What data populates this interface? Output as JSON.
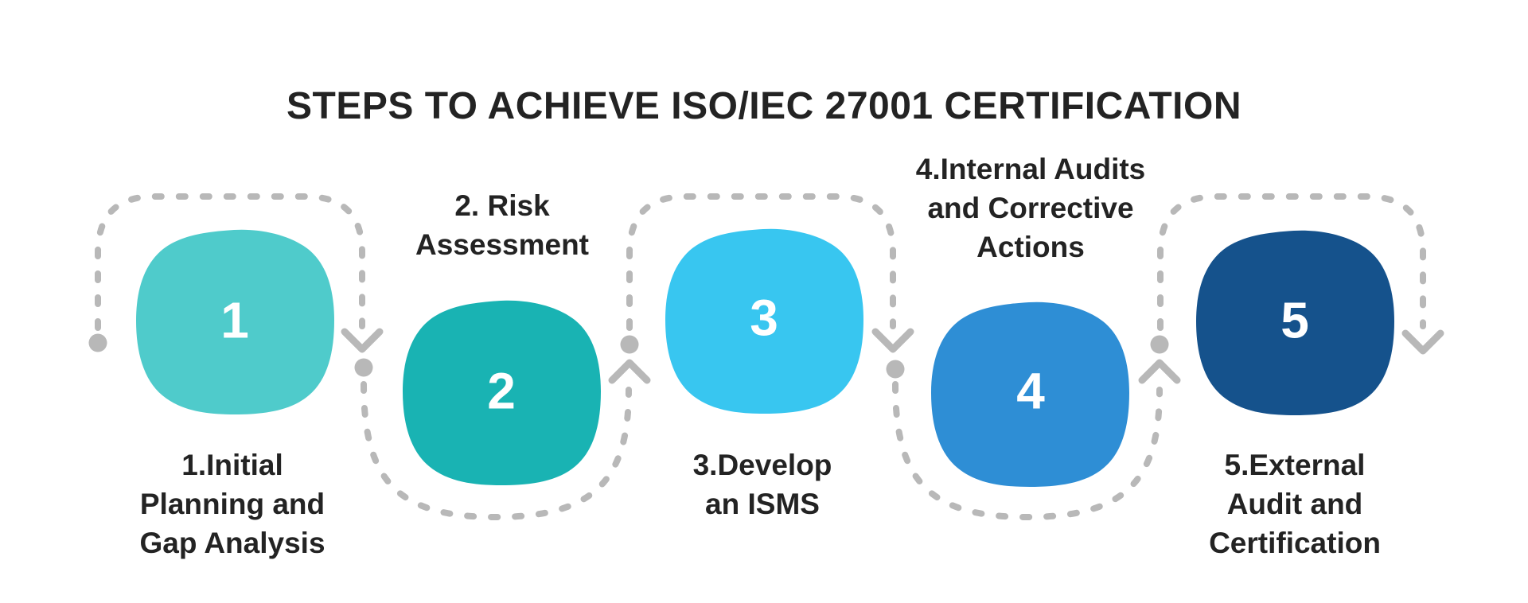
{
  "title": "STEPS TO ACHIEVE ISO/IEC 27001 CERTIFICATION",
  "colors": {
    "background": "#ffffff",
    "connector": "#b8b8b8",
    "heading_text": "#232323",
    "label_text": "#232323",
    "number_text": "#ffffff"
  },
  "steps": [
    {
      "number": "1",
      "label": "1.Initial Planning and Gap Analysis",
      "label_lines": [
        "1.Initial",
        "Planning and",
        "Gap Analysis"
      ],
      "label_position": "below",
      "color": "#4FCBCB"
    },
    {
      "number": "2",
      "label": "2. Risk Assessment",
      "label_lines": [
        "2. Risk",
        "Assessment"
      ],
      "label_position": "above",
      "color": "#19B3B3"
    },
    {
      "number": "3",
      "label": "3.Develop an ISMS",
      "label_lines": [
        "3.Develop",
        "an ISMS"
      ],
      "label_position": "below",
      "color": "#38C6F0"
    },
    {
      "number": "4",
      "label": "4.Internal Audits and Corrective Actions",
      "label_lines": [
        "4.Internal Audits",
        "and Corrective",
        "Actions"
      ],
      "label_position": "above",
      "color": "#2E8ED5"
    },
    {
      "number": "5",
      "label": "5.External Audit and Certification",
      "label_lines": [
        "5.External",
        "Audit and",
        "Certification"
      ],
      "label_position": "below",
      "color": "#15528C"
    }
  ]
}
